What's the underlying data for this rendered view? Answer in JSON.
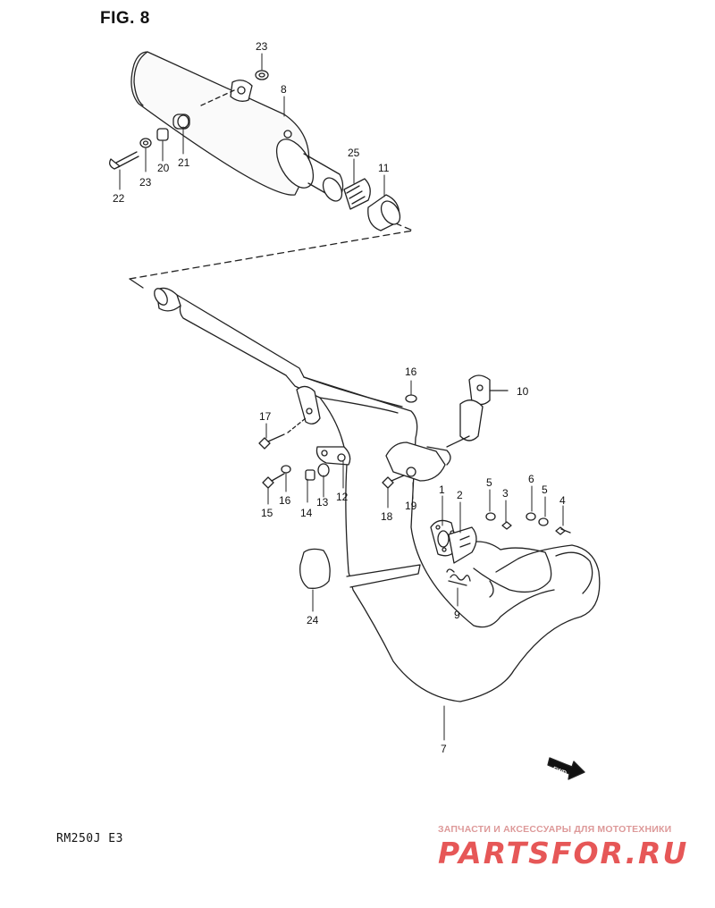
{
  "figure_title": "FIG. 8",
  "model_label": "RM250J  E3",
  "watermark": {
    "tagline": "ЗАПЧАСТИ И АКСЕССУАРЫ ДЛЯ МОТОТЕХНИКИ",
    "brand": "PARTSFOR.RU"
  },
  "fwd_label": "FWD",
  "parts": {
    "p1": "1",
    "p2": "2",
    "p3": "3",
    "p4": "4",
    "p5a": "5",
    "p5b": "5",
    "p6": "6",
    "p7": "7",
    "p8": "8",
    "p9": "9",
    "p10": "10",
    "p11": "11",
    "p12": "12",
    "p13": "13",
    "p14": "14",
    "p15": "15",
    "p16a": "16",
    "p16b": "16",
    "p17": "17",
    "p18": "18",
    "p19": "19",
    "p20": "20",
    "p21": "21",
    "p22": "22",
    "p23a": "23",
    "p23b": "23",
    "p24": "24",
    "p25": "25"
  }
}
